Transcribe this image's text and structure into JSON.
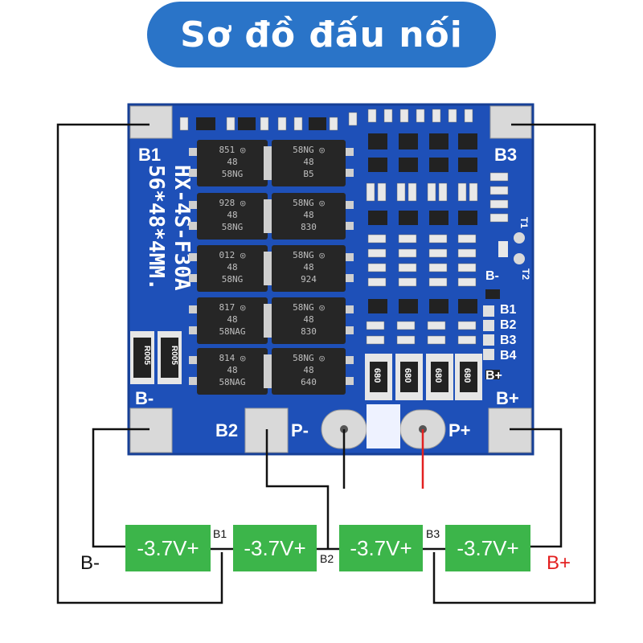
{
  "title": "Sơ đồ đấu nối",
  "board": {
    "silkscreen_model": "HX-4S-F30A",
    "silkscreen_size": "56*48*4MM.",
    "pad_labels": {
      "b1": "B1",
      "b3": "B3",
      "b_minus": "B-",
      "b2": "B2",
      "p_minus": "P-",
      "p_plus": "P+",
      "b_plus": "B+"
    },
    "connector_labels": [
      "B-",
      "B1",
      "B2",
      "B3",
      "B4",
      "B+"
    ],
    "thermistor_labels": [
      "T1",
      "T2"
    ],
    "shunt_resistor_label": "R005",
    "balance_resistor_label": "680",
    "mosfet_labels": [
      [
        "851 ◎ 48 58NG",
        "58NG ◎ 48 B5"
      ],
      [
        "928 ◎ 48 58NG",
        "58NG ◎ 48 830"
      ],
      [
        "012 ◎ 48 58NG",
        "58NG ◎ 48 924"
      ],
      [
        "817 ◎ 48 58NAG",
        "58NG ◎ 48 830"
      ],
      [
        "814 ◎ 48 58NAG",
        "58NG ◎ 48 640"
      ]
    ],
    "colors": {
      "pcb": "#1e50b8",
      "pad": "#d9d9d9",
      "component": "#222222"
    }
  },
  "cells": [
    {
      "label": "-3.7V+"
    },
    {
      "label": "-3.7V+"
    },
    {
      "label": "-3.7V+"
    },
    {
      "label": "-3.7V+"
    }
  ],
  "terminals": {
    "b_minus": "B-",
    "b_plus": "B+"
  },
  "taps": {
    "b1": "B1",
    "b2": "B2",
    "b3": "B3"
  },
  "colors": {
    "title_bg": "#2a74c8",
    "cell": "#3cb54a",
    "wire": "#111111",
    "positive": "#e32020"
  }
}
